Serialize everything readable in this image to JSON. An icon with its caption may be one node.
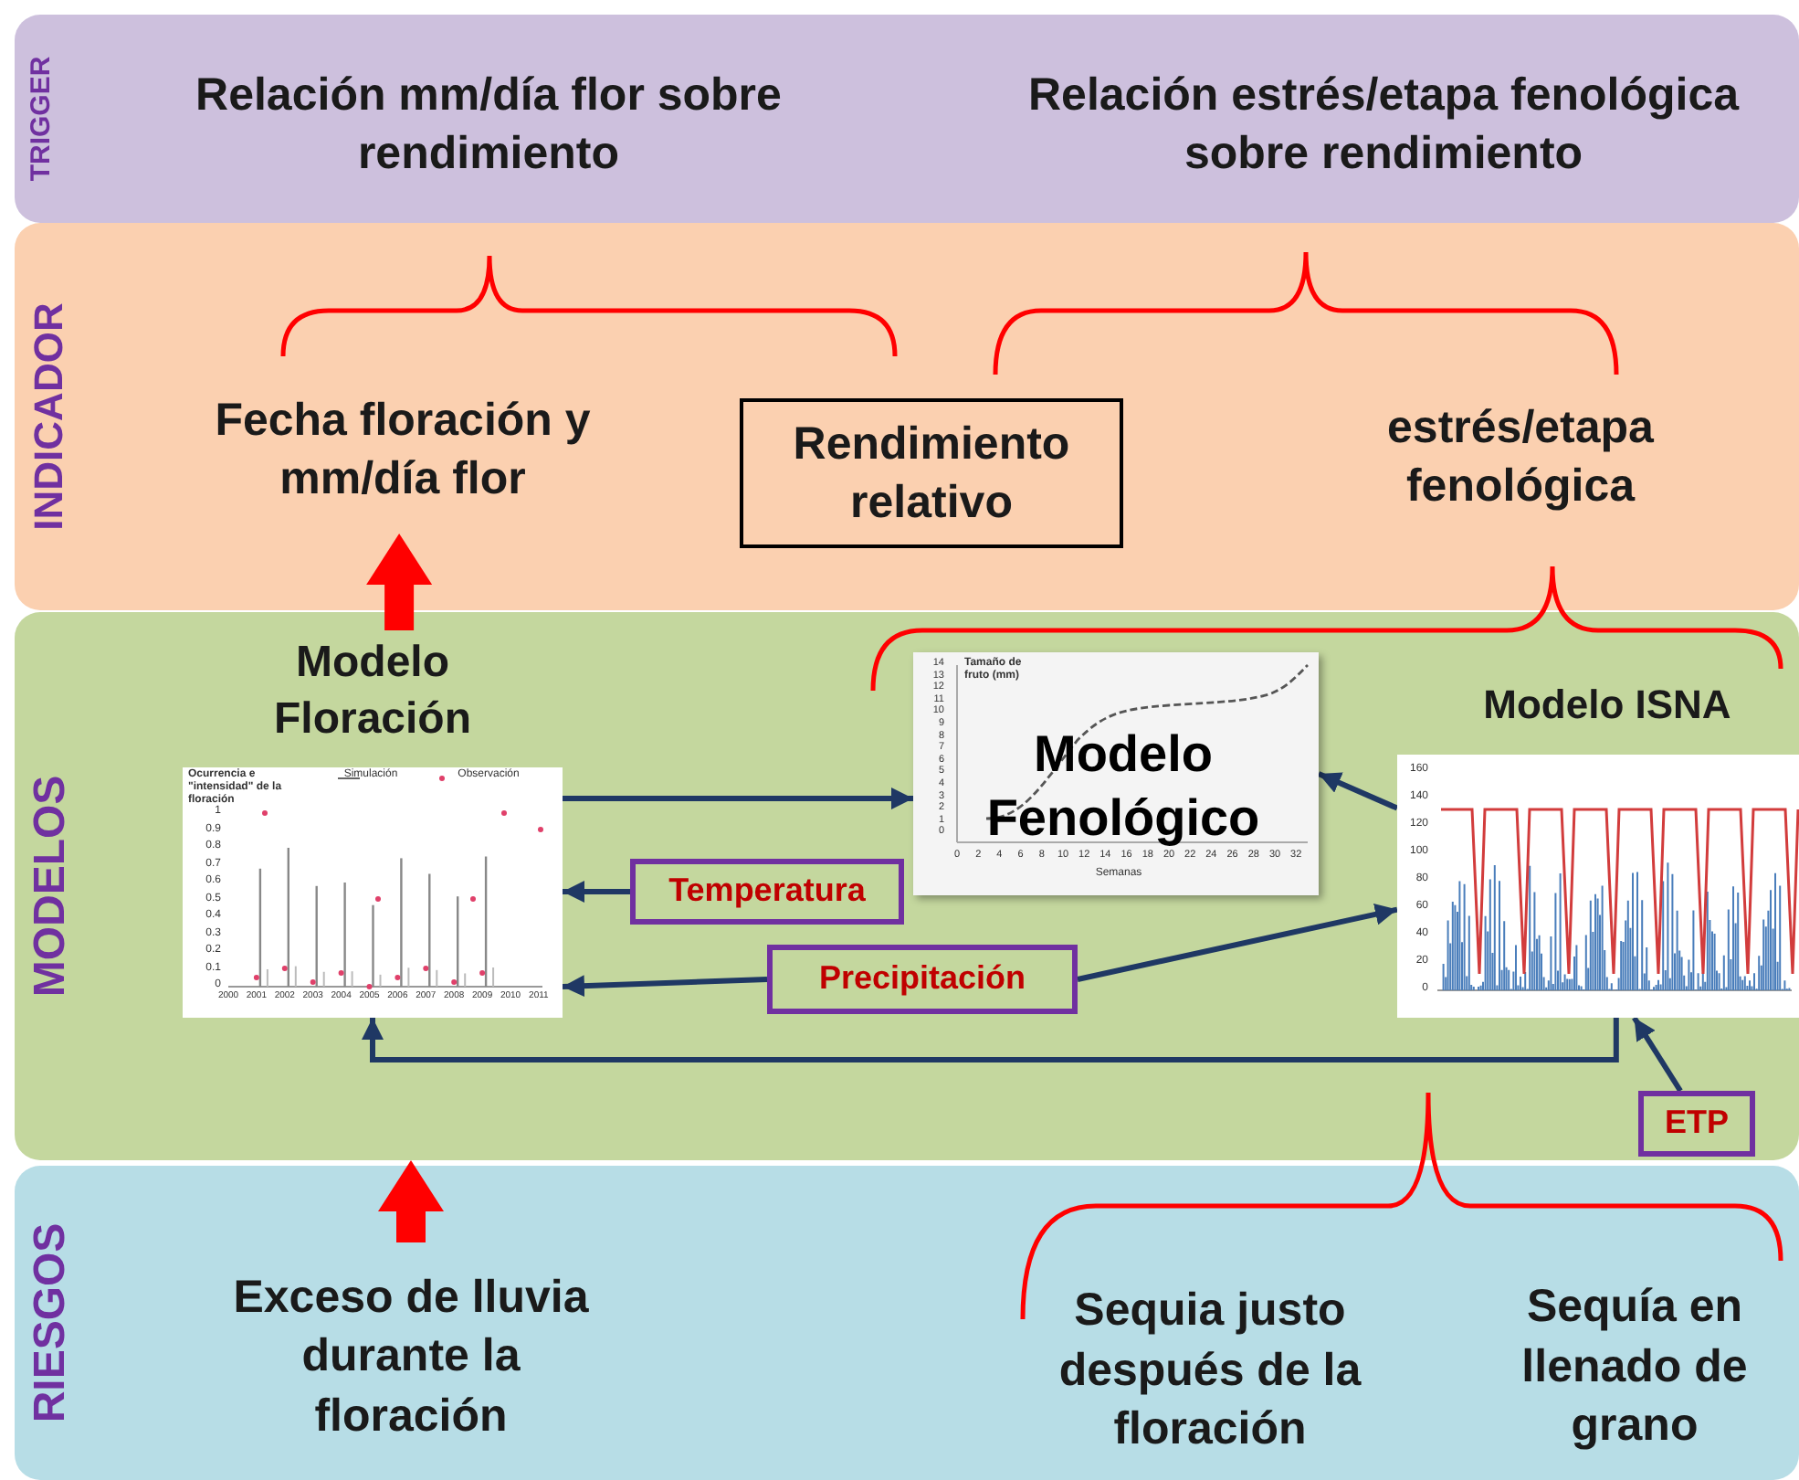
{
  "diagram": {
    "nodes": [
      {
        "text": [
          "TRIGGER"
        ]
      },
      {
        "text": [
          "Relación mm/día flor sobre rendimiento"
        ],
        "in": 0
      },
      {
        "text": [
          "Relación estrés/etapa fenológica sobre rendimiento"
        ],
        "in": 0
      },
      {
        "text": [
          "INDICADOR"
        ]
      },
      {
        "text": [
          "Fecha  floración y mm/día flor"
        ],
        "in": 3
      },
      {
        "text": [
          "Rendimiento relativo"
        ],
        "in": 3
      },
      {
        "text": [
          "estrés/etapa fenológica"
        ],
        "in": 3
      },
      {
        "text": [
          "MODELOS"
        ]
      },
      {
        "text": [
          "Modelo Floración"
        ],
        "in": 7
      },
      {
        "text": [
          "Modelo Fenológico"
        ],
        "in": 7
      },
      {
        "text": [
          "Modelo ISNA"
        ],
        "in": 7
      },
      {
        "text": [
          "Temperatura"
        ],
        "in": 7
      },
      {
        "text": [
          "Precipitación"
        ],
        "in": 7
      },
      {
        "text": [
          "ETP"
        ],
        "in": 7
      },
      {
        "text": [
          "RIESGOS"
        ]
      },
      {
        "text": [
          "Exceso de lluvia durante la floración"
        ],
        "in": 14
      },
      {
        "text": [
          "Sequia justo después de la floración"
        ],
        "in": 14
      },
      {
        "text": [
          "Sequía en llenado de grano"
        ],
        "in": 14
      }
    ],
    "edges": [
      {
        "from": 8,
        "to": 4,
        "arrow": "to",
        "style": "thick",
        "color": "#ff0000"
      },
      {
        "from": 15,
        "to": 7,
        "arrow": "to",
        "style": "thick",
        "color": "#ff0000"
      },
      {
        "from": 8,
        "to": 9,
        "arrow": "to"
      },
      {
        "from": 11,
        "to": 8,
        "arrow": "to"
      },
      {
        "from": 12,
        "to": 8,
        "arrow": "to"
      },
      {
        "from": 12,
        "to": 10,
        "arrow": "to"
      },
      {
        "from": 10,
        "to": 9,
        "arrow": "to"
      },
      {
        "from": 10,
        "to": 8,
        "arrow": "to"
      },
      {
        "from": 13,
        "to": 10,
        "arrow": "to"
      }
    ],
    "labels": [
      "Ocurrencia e \"intensidad\" de la floración",
      "Simulación",
      "Observación",
      "1",
      "0.9",
      "0.8",
      "0.7",
      "0.6",
      "0.5",
      "0.4",
      "0.3",
      "0.2",
      "0.1",
      "0",
      "2000",
      "2001",
      "2002",
      "2003",
      "2004",
      "2005",
      "2006",
      "2007",
      "2008",
      "2009",
      "2010",
      "2011",
      "Tamaño de fruto (mm)",
      "14",
      "13",
      "12",
      "11",
      "10",
      "9",
      "8",
      "7",
      "6",
      "5",
      "4",
      "3",
      "2",
      "1",
      "0",
      "0",
      "2",
      "4",
      "6",
      "8",
      "10",
      "12",
      "14",
      "16",
      "18",
      "20",
      "22",
      "24",
      "26",
      "28",
      "30",
      "32",
      "Semanas",
      "160",
      "140",
      "120",
      "100",
      "80",
      "60",
      "40",
      "20",
      "0"
    ]
  }
}
